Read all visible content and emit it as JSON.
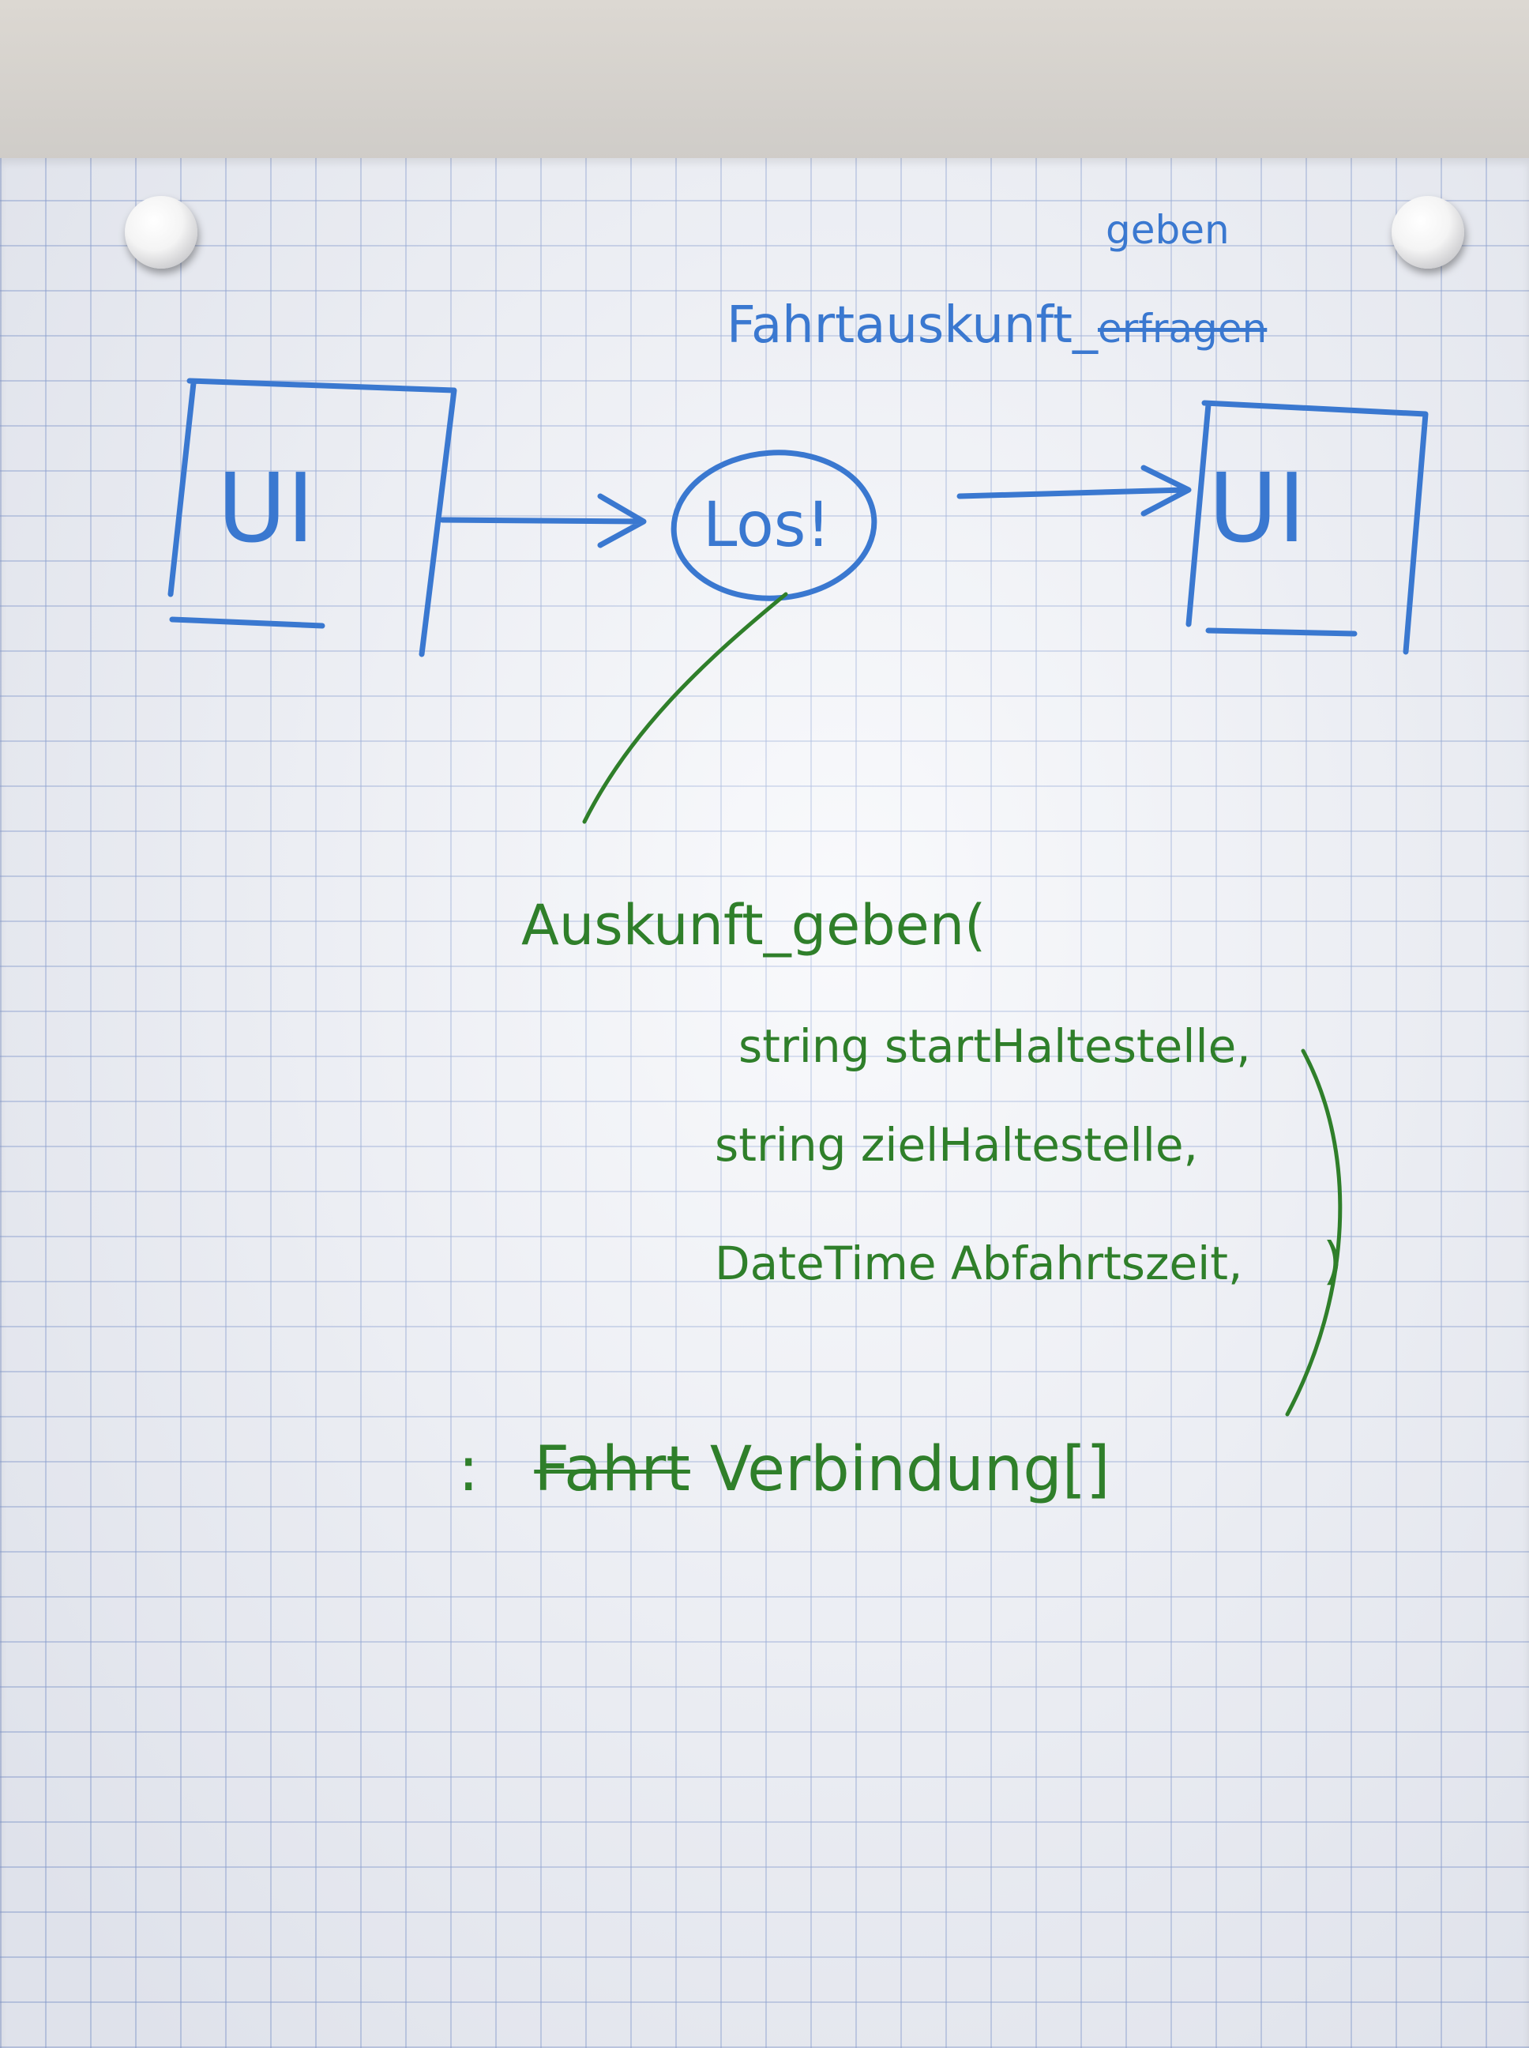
{
  "diagram": {
    "nodes": [
      {
        "id": "ui-left",
        "label": "UI"
      },
      {
        "id": "los",
        "label": "Los!"
      },
      {
        "id": "ui-right",
        "label": "UI"
      }
    ],
    "edges": [
      {
        "from": "ui-left",
        "to": "los"
      },
      {
        "from": "los",
        "to": "ui-right"
      }
    ],
    "event_label": {
      "text": "Fahrtauskunft_",
      "replacement_word": "geben",
      "struck_word": "erfragen"
    },
    "signature": {
      "name": "Auskunft_geben(",
      "params": [
        "string startHaltestelle,",
        "string zielHaltestelle,",
        "DateTime Abfahrtszeit,"
      ],
      "close_paren": ")",
      "return_prefix": ":",
      "struck_type": "Fahrt",
      "return_type": "Verbindung[]"
    }
  },
  "colors": {
    "blue_marker": "#3a78d0",
    "green_marker": "#2f7f2a",
    "grid": "#5f7dc3"
  }
}
